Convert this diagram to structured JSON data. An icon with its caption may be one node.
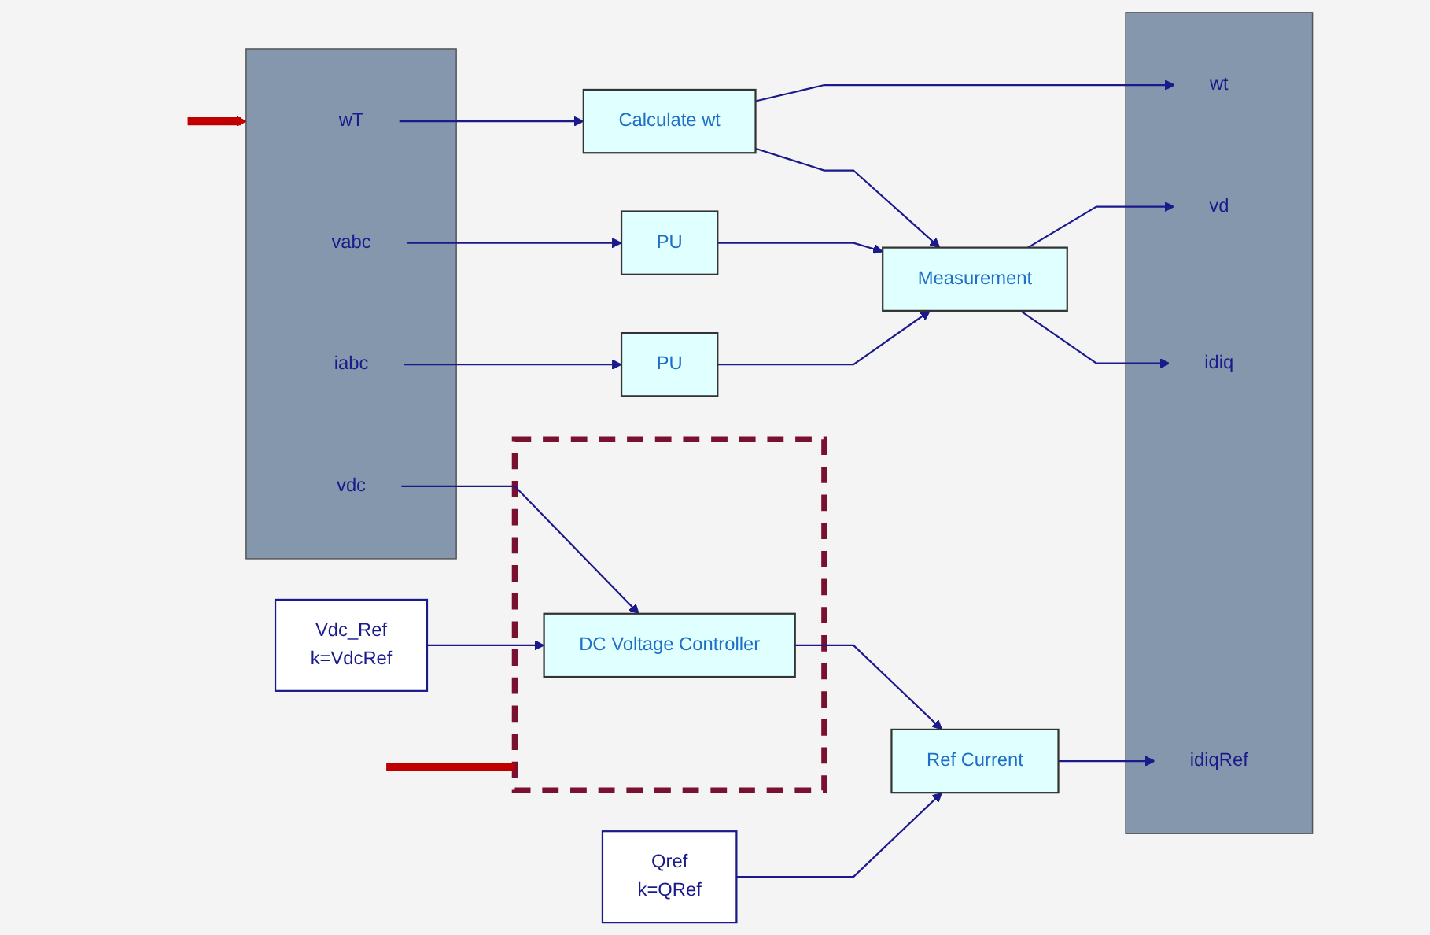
{
  "diagram": {
    "nodes": [
      {
        "text": [],
        "shape": "bar"
      },
      {
        "text": [
          "wT"
        ],
        "in": 0
      },
      {
        "text": [
          "vabc"
        ],
        "in": 0
      },
      {
        "text": [
          "iabc"
        ],
        "in": 0
      },
      {
        "text": [
          "vdc"
        ],
        "in": 0
      },
      {
        "text": [
          "PU"
        ]
      },
      {
        "text": [
          "PU"
        ]
      },
      {
        "text": [
          "Calculate wt"
        ]
      },
      {
        "text": [
          "Measurement"
        ]
      },
      {
        "text": [
          "Vdc_Ref",
          "k=VdcRef"
        ]
      },
      {
        "text": [],
        "shape": "box"
      },
      {
        "text": [
          "DC Voltage Controller"
        ],
        "in": 10
      },
      {
        "text": [
          "Ref Current"
        ]
      },
      {
        "text": [
          "Qref",
          "k=QRef"
        ]
      },
      {
        "text": [],
        "shape": "bar"
      },
      {
        "text": [
          "idiq"
        ],
        "in": 14
      },
      {
        "text": [
          "vd"
        ],
        "in": 14
      },
      {
        "text": [
          "wt"
        ],
        "in": 14
      },
      {
        "text": [
          "idiqRef"
        ],
        "in": 14
      }
    ],
    "edges": [
      {
        "from": 1,
        "to": 7,
        "arrow": "to"
      },
      {
        "from": 2,
        "to": 5,
        "arrow": "to"
      },
      {
        "from": 3,
        "to": 6,
        "arrow": "to"
      },
      {
        "from": 5,
        "to": 8,
        "arrow": "to"
      },
      {
        "from": 7,
        "to": 8,
        "arrow": "to"
      },
      {
        "from": 6,
        "to": 8,
        "arrow": "to"
      },
      {
        "from": 8,
        "to": 15,
        "arrow": "to"
      },
      {
        "from": 8,
        "to": 16,
        "arrow": "to"
      },
      {
        "from": 7,
        "to": 17,
        "arrow": "to"
      },
      {
        "from": 9,
        "to": 11,
        "arrow": "to"
      },
      {
        "from": 4,
        "to": 11,
        "arrow": "to"
      },
      {
        "from": 11,
        "to": 12,
        "arrow": "to"
      },
      {
        "from": 13,
        "to": 12,
        "arrow": "to"
      },
      {
        "from": 12,
        "to": 18,
        "arrow": "to"
      },
      {
        "from": null,
        "to": 0,
        "arrow": "to",
        "style": "thick",
        "color": "#c00000"
      },
      {
        "from": null,
        "to": 10,
        "arrow": "none",
        "style": "thick",
        "color": "#c00000"
      }
    ]
  }
}
